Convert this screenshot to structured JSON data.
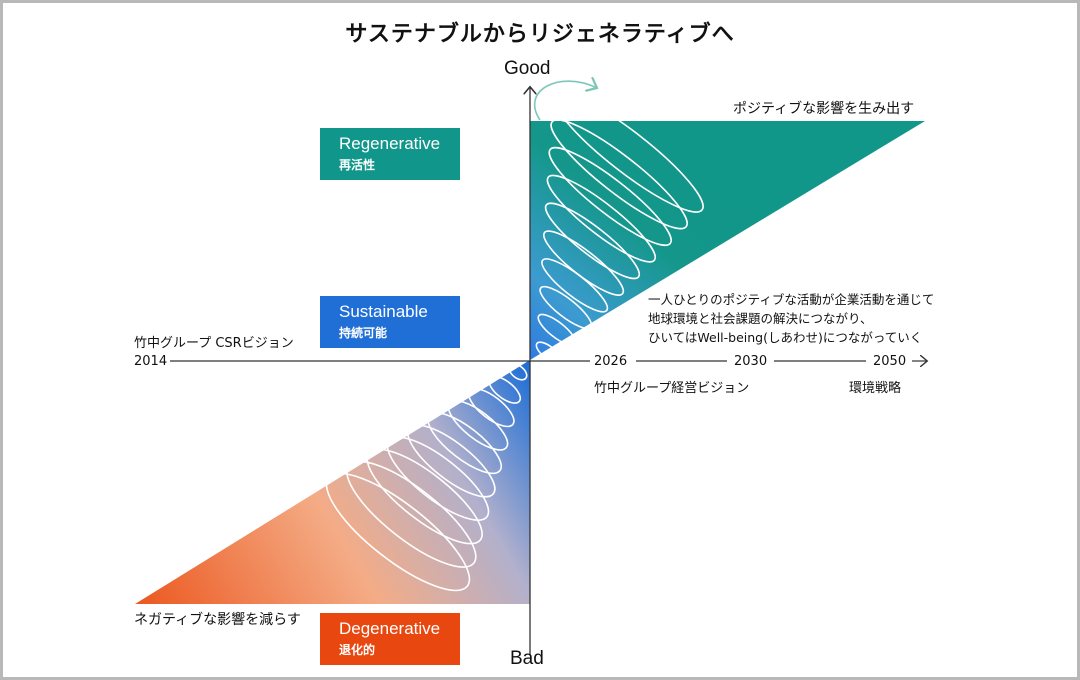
{
  "title": "サステナブルからリジェネラティブへ",
  "axis": {
    "top_label": "Good",
    "bottom_label": "Bad"
  },
  "categories": {
    "regenerative": {
      "en": "Regenerative",
      "jp": "再活性",
      "color": "#10968a"
    },
    "sustainable": {
      "en": "Sustainable",
      "jp": "持続可能",
      "color": "#1f6fd6"
    },
    "degenerative": {
      "en": "Degenerative",
      "jp": "退化的",
      "color": "#e8470f"
    }
  },
  "timeline": {
    "start_heading": "竹中グループ CSRビジョン",
    "points": [
      {
        "year": "2014",
        "caption": ""
      },
      {
        "year": "2026",
        "caption": "竹中グループ経営ビジョン"
      },
      {
        "year": "2030",
        "caption": ""
      },
      {
        "year": "2050",
        "caption": "環境戦略"
      }
    ]
  },
  "annotations": {
    "positive": "ポジティブな影響を生み出す",
    "negative": "ネガティブな影響を減らす",
    "description": [
      "一人ひとりのポジティブな活動が企業活動を通じて",
      "地球環境と社会課題の解決につながり、",
      "ひいてはWell-being(しあわせ)につながっていく"
    ]
  },
  "colors": {
    "teal": "#12978a",
    "blue": "#2f7be0",
    "orange": "#ef5a22",
    "peach": "#f4ab84",
    "axis": "#333333",
    "spiral_top": "#7cc7b8"
  }
}
